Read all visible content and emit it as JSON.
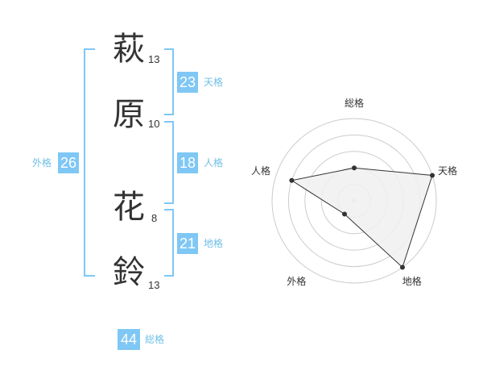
{
  "name": {
    "chars": [
      {
        "char": "萩",
        "strokes": "13"
      },
      {
        "char": "原",
        "strokes": "10"
      },
      {
        "char": "花",
        "strokes": "8"
      },
      {
        "char": "鈴",
        "strokes": "13"
      }
    ]
  },
  "fortunes": {
    "tenkaku": {
      "value": "23",
      "label": "天格"
    },
    "jinkaku": {
      "value": "18",
      "label": "人格"
    },
    "chikaku": {
      "value": "21",
      "label": "地格"
    },
    "gaikaku": {
      "value": "26",
      "label": "外格"
    },
    "soukaku": {
      "value": "44",
      "label": "総格"
    }
  },
  "chart_data": {
    "type": "radar",
    "axes": [
      "総格",
      "天格",
      "地格",
      "外格",
      "人格"
    ],
    "values": [
      2,
      5,
      5,
      1,
      4
    ],
    "max": 5,
    "rings": 5,
    "colors": {
      "fill": "#f0f0f0",
      "stroke": "#333333",
      "grid": "#cccccc",
      "point": "#333333"
    }
  }
}
